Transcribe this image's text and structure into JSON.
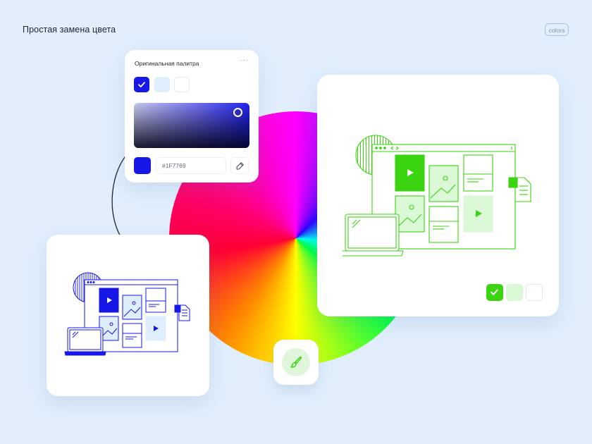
{
  "page": {
    "title": "Простая замена цвета",
    "tag": "colors"
  },
  "palette_card": {
    "title": "Оригинальная палитра",
    "more_icon": "ellipsis-icon",
    "swatches": [
      "#1717e8",
      "#dfeefd",
      "#ffffff"
    ],
    "selected_swatch": 0,
    "current_color": "#1717e8",
    "hex_value": "#1F7769",
    "eyedropper_icon": "eyedropper-icon"
  },
  "result_card": {
    "swatches": [
      "#3bd411",
      "#dbf9d7",
      "#ffffff"
    ],
    "selected_swatch": 0
  },
  "illustration": {
    "original_color": "#1717e8",
    "recolored_color": "#3bd411"
  },
  "brush_button": {
    "icon": "paint-brush-icon",
    "accent": "#3bd411"
  }
}
